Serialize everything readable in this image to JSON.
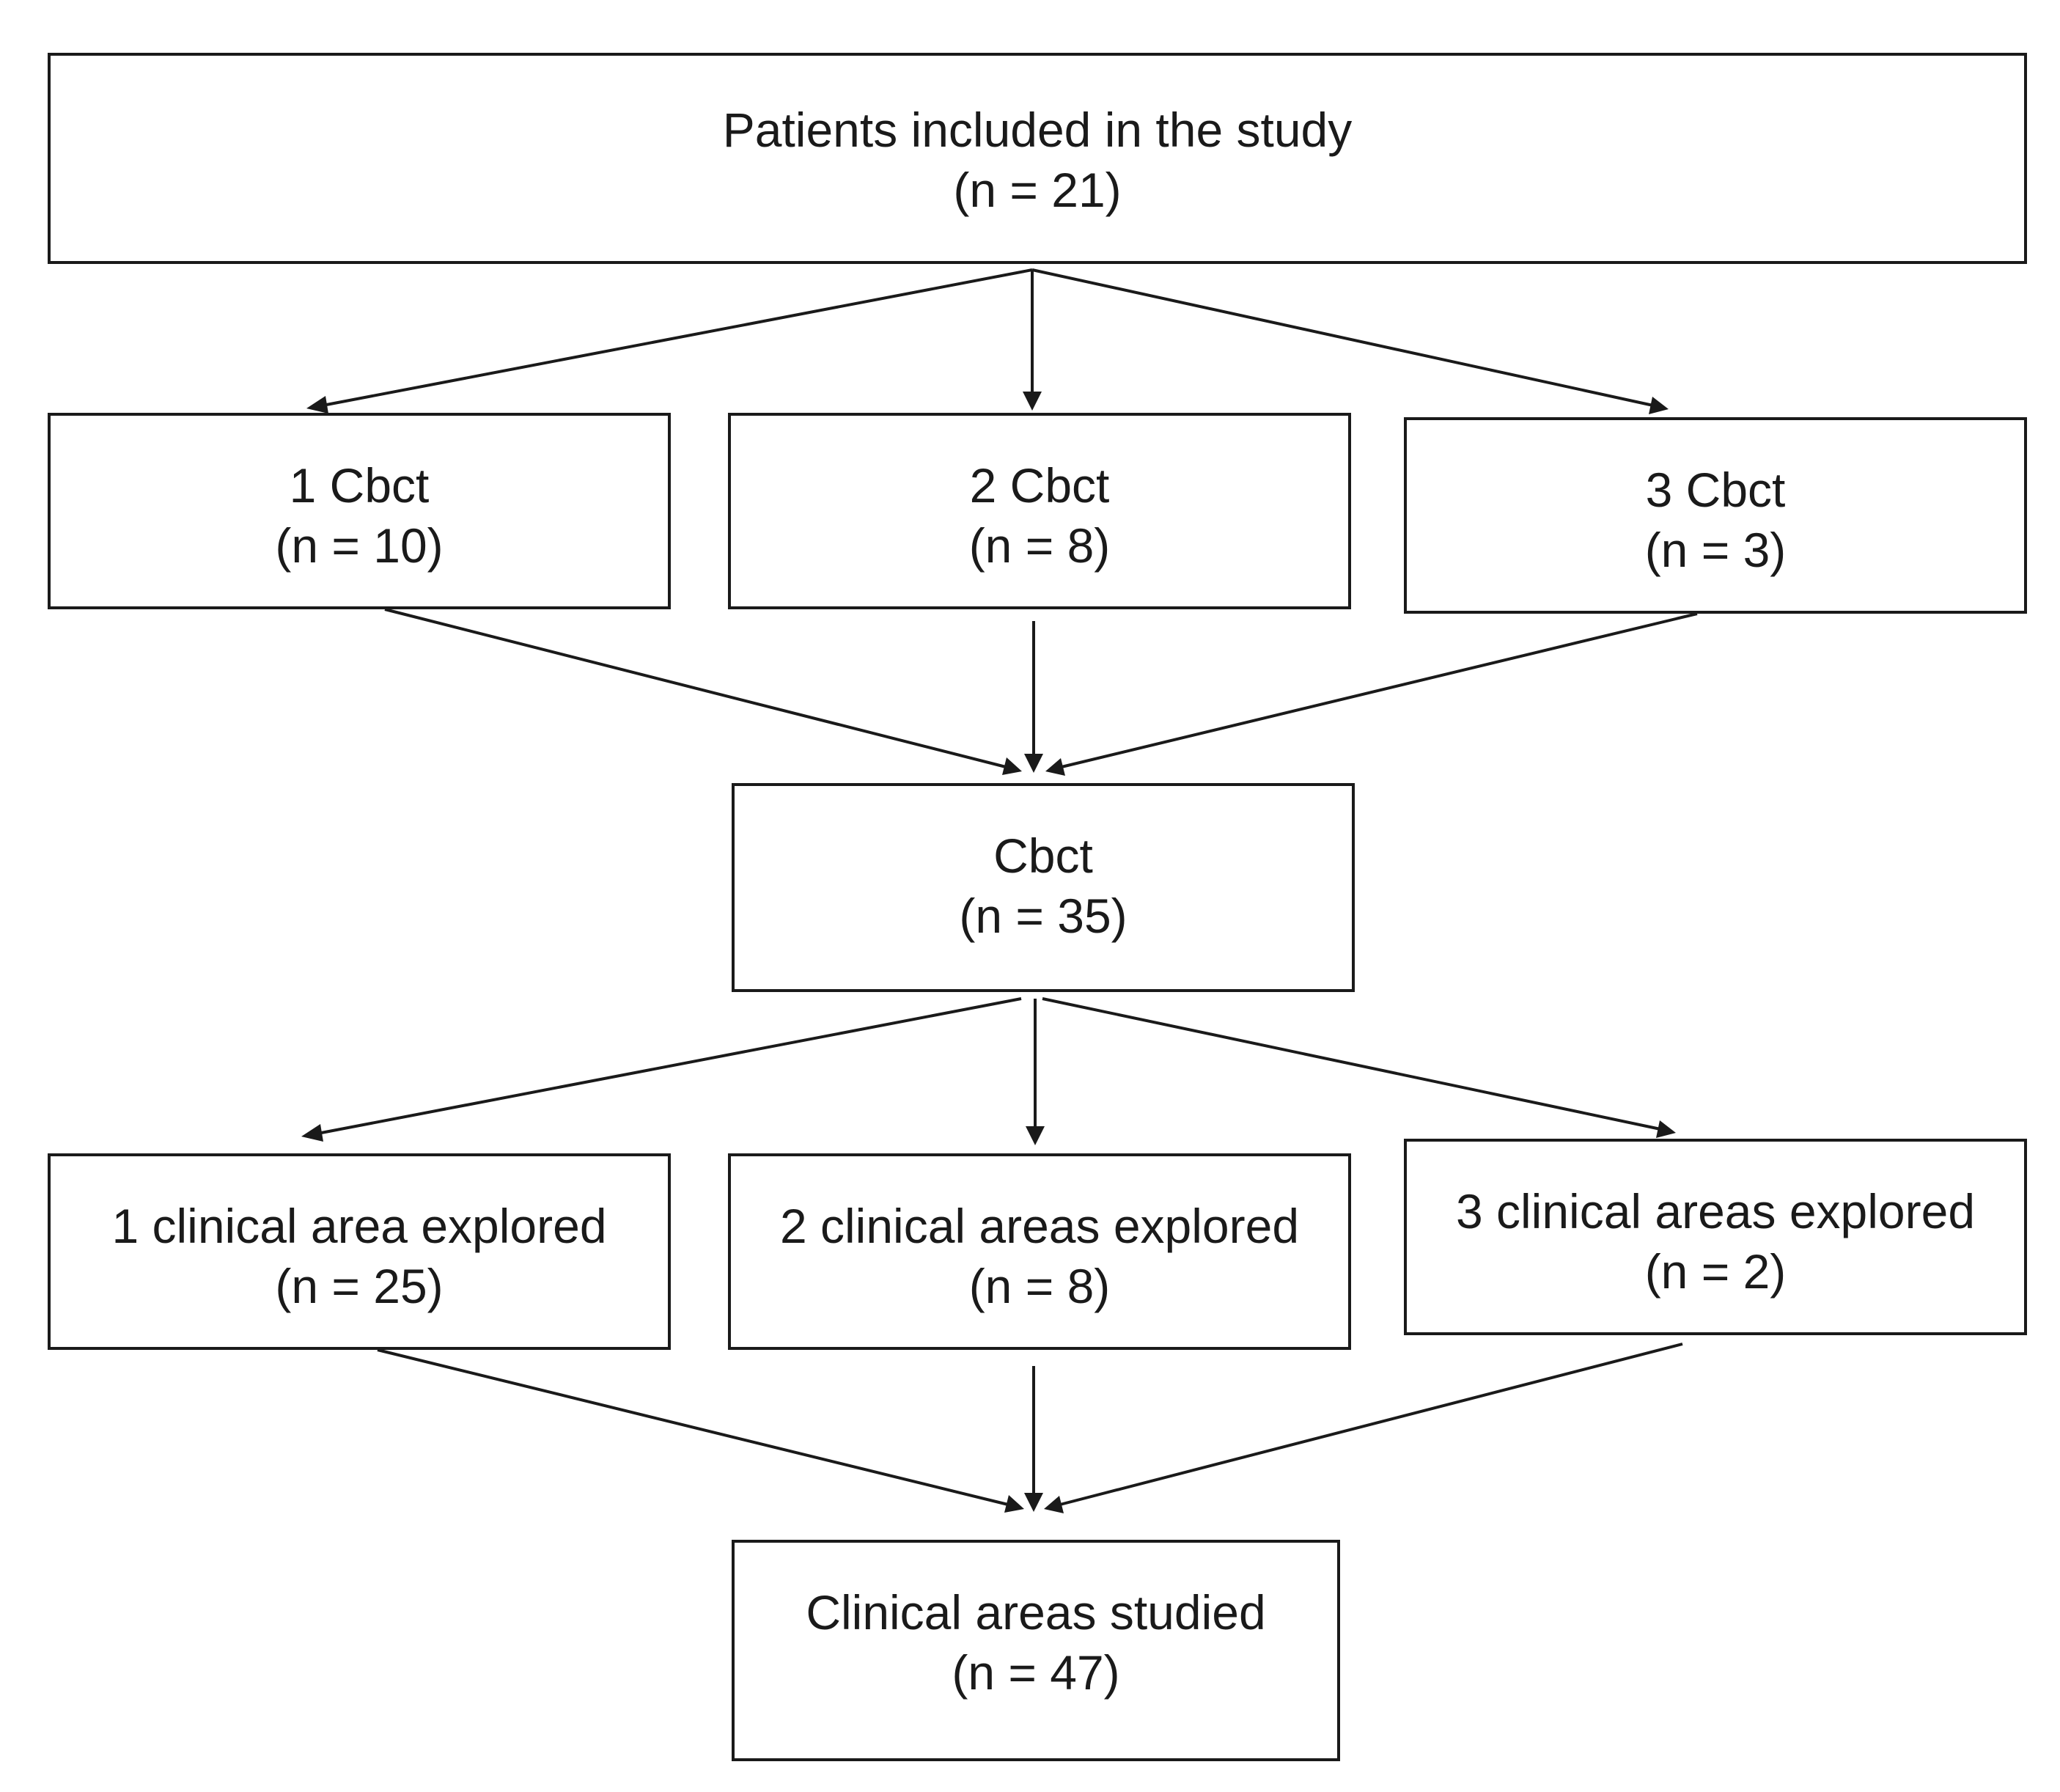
{
  "nodes": {
    "patients": {
      "title": "Patients included in the study",
      "count": "(n = 21)"
    },
    "cbct_1": {
      "title": "1 Cbct",
      "count": "(n = 10)"
    },
    "cbct_2": {
      "title": "2 Cbct",
      "count": "(n = 8)"
    },
    "cbct_3": {
      "title": "3 Cbct",
      "count": "(n = 3)"
    },
    "cbct_total": {
      "title": "Cbct",
      "count": "(n = 35)"
    },
    "area_1": {
      "title": "1 clinical area explored",
      "count": "(n = 25)"
    },
    "area_2": {
      "title": "2 clinical areas explored",
      "count": "(n = 8)"
    },
    "area_3": {
      "title": "3 clinical areas explored",
      "count": "(n = 2)"
    },
    "areas_studied": {
      "title": "Clinical areas studied",
      "count": "(n = 47)"
    }
  },
  "edges": [
    {
      "from": "patients",
      "to": "cbct_1"
    },
    {
      "from": "patients",
      "to": "cbct_2"
    },
    {
      "from": "patients",
      "to": "cbct_3"
    },
    {
      "from": "cbct_1",
      "to": "cbct_total"
    },
    {
      "from": "cbct_2",
      "to": "cbct_total"
    },
    {
      "from": "cbct_3",
      "to": "cbct_total"
    },
    {
      "from": "cbct_total",
      "to": "area_1"
    },
    {
      "from": "cbct_total",
      "to": "area_2"
    },
    {
      "from": "cbct_total",
      "to": "area_3"
    },
    {
      "from": "area_1",
      "to": "areas_studied"
    },
    {
      "from": "area_2",
      "to": "areas_studied"
    },
    {
      "from": "area_3",
      "to": "areas_studied"
    }
  ],
  "colors": {
    "stroke": "#1a1a1a",
    "background": "#ffffff"
  }
}
